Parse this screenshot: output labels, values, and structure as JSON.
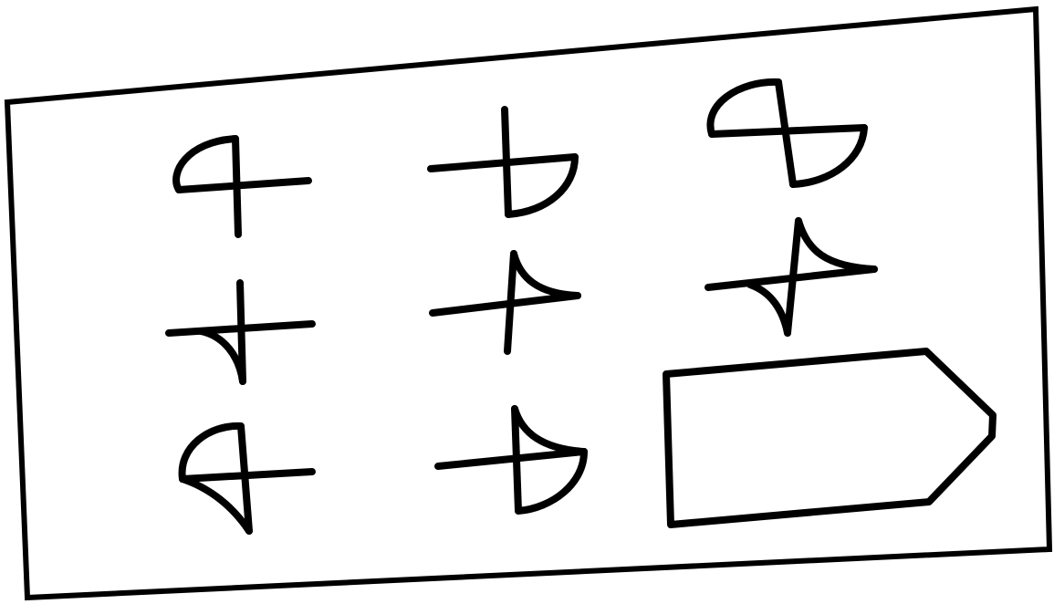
{
  "figure": {
    "kind": "hand-drawn sketch",
    "background_color": "#ffffff",
    "ink_color": "#000000",
    "grid": {
      "rows": 3,
      "columns": 3,
      "cells": [
        {
          "row": 1,
          "col": 1,
          "content": "cross-with-petal",
          "petal_quadrant": "top-left",
          "petal_shape": "rounded"
        },
        {
          "row": 1,
          "col": 2,
          "content": "cross-with-petal",
          "petal_quadrant": "bottom-right",
          "petal_shape": "rounded"
        },
        {
          "row": 1,
          "col": 3,
          "content": "cross-with-two-petals",
          "petal_quadrants": [
            "top-left",
            "bottom-right"
          ],
          "petal_shape": "rounded"
        },
        {
          "row": 2,
          "col": 1,
          "content": "cross-with-petal",
          "petal_quadrant": "bottom-left",
          "petal_shape": "concave"
        },
        {
          "row": 2,
          "col": 2,
          "content": "cross-with-petal",
          "petal_quadrant": "top-right",
          "petal_shape": "concave"
        },
        {
          "row": 2,
          "col": 3,
          "content": "cross-with-two-petals",
          "petal_quadrants": [
            "top-right",
            "bottom-left"
          ],
          "petal_shape": "concave"
        },
        {
          "row": 3,
          "col": 1,
          "content": "cross-with-two-petals",
          "petal_quadrants": [
            "top-left",
            "bottom-left"
          ],
          "petal_shape": "mixed"
        },
        {
          "row": 3,
          "col": 2,
          "content": "cross-with-two-petals",
          "petal_quadrants": [
            "top-right",
            "bottom-right"
          ],
          "petal_shape": "mixed"
        },
        {
          "row": 3,
          "col": 3,
          "content": "answer-blank",
          "shape": "pentagon-arrow"
        }
      ]
    }
  }
}
